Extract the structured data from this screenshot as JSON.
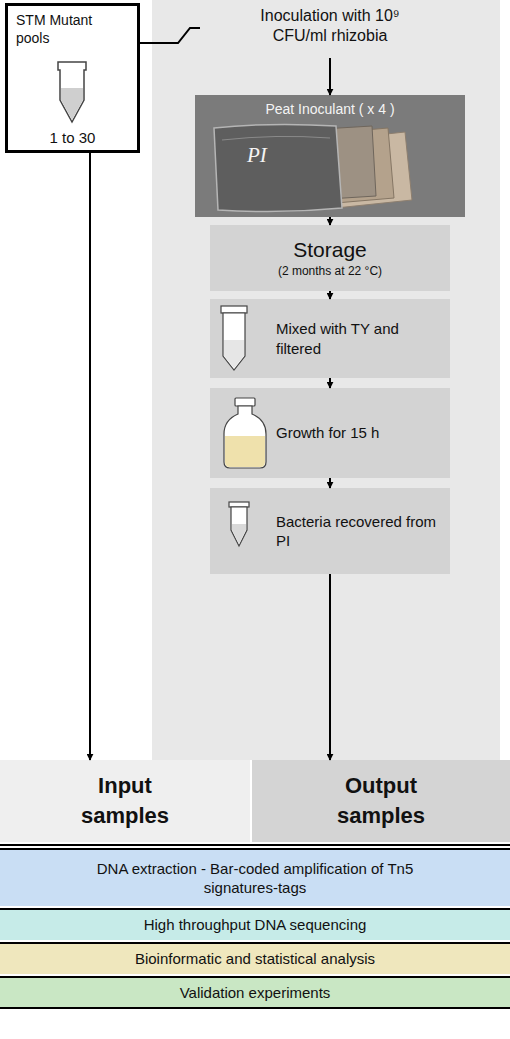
{
  "diagram": {
    "nodes": [
      {
        "text": [
          "STM Mutant pools",
          "1 to 30"
        ]
      },
      {
        "text": [
          "Inoculation with 10⁹ CFU/ml rhizobia"
        ]
      },
      {
        "text": [
          "Peat Inoculant ( x 4 )",
          "PI"
        ]
      },
      {
        "text": [
          "Storage",
          "(2 months at 22 °C)"
        ]
      },
      {
        "text": [
          "Mixed with TY and filtered"
        ]
      },
      {
        "text": [
          "Growth for 15 h"
        ]
      },
      {
        "text": [
          "Bacteria recovered from PI"
        ]
      },
      {
        "text": [
          "Input samples"
        ]
      },
      {
        "text": [
          "Output samples"
        ]
      },
      {
        "text": [
          "DNA extraction - Bar-coded amplification of Tn5 signatures-tags"
        ]
      },
      {
        "text": [
          "High throughput DNA sequencing"
        ]
      },
      {
        "text": [
          "Bioinformatic and statistical analysis"
        ]
      },
      {
        "text": [
          "Validation experiments"
        ]
      }
    ],
    "edges": [
      {
        "from": 0,
        "to": 1,
        "arrow": "none"
      },
      {
        "from": 0,
        "to": 7,
        "arrow": "to"
      },
      {
        "from": 1,
        "to": 2,
        "arrow": "to"
      },
      {
        "from": 2,
        "to": 3,
        "arrow": "to"
      },
      {
        "from": 3,
        "to": 4,
        "arrow": "to"
      },
      {
        "from": 4,
        "to": 5,
        "arrow": "to"
      },
      {
        "from": 5,
        "to": 6,
        "arrow": "to"
      },
      {
        "from": 6,
        "to": 8,
        "arrow": "to"
      }
    ]
  }
}
